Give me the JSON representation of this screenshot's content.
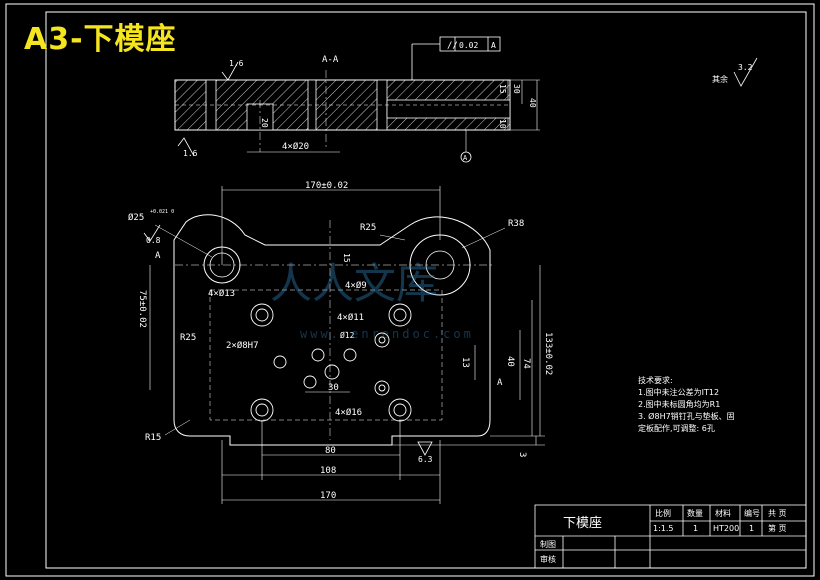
{
  "banner": {
    "title": "A3-下模座"
  },
  "section_view": {
    "label": "A-A",
    "tolerance_symbol": "//",
    "tolerance_value": "0.02",
    "datum_ref": "A",
    "roughness_top": "1.6",
    "roughness_left": "1.6",
    "dim_holes": "4×Ø20",
    "dim_20": "20",
    "dim_15": "15",
    "dim_30": "30",
    "dim_40": "40",
    "dim_10": "10",
    "datum_A": "A"
  },
  "surface_finish": {
    "label": "其余",
    "value": "3.2"
  },
  "plan_view": {
    "dim_top": "170±0.02",
    "dim_hole_dia": "Ø25",
    "dim_hole_tol": "+0.021\n0",
    "roughness_hole": "0.8",
    "r25_top": "R25",
    "r38": "R38",
    "dim_15": "15",
    "hole_4x13": "4×Ø13",
    "hole_4x9": "4×Ø9",
    "hole_4x11": "4×Ø11",
    "hole_d12": "Ø12",
    "hole_2x8h7": "2×Ø8H7",
    "hole_4x16": "4×Ø16",
    "dim_75": "75±0.02",
    "dim_133": "133±0.02",
    "dim_74": "74",
    "dim_40": "40",
    "dim_13": "13",
    "dim_30": "30",
    "dim_80": "80",
    "dim_108": "108",
    "dim_170": "170",
    "dim_3": "3",
    "r25_left": "R25",
    "r15": "R15",
    "roughness_bottom": "6.3",
    "section_mark": "A"
  },
  "watermark": {
    "text_main": "人人文库",
    "text_url": "www.renrendoc.com"
  },
  "tech_notes": {
    "heading": "技术要求:",
    "items": [
      "1.图中未注公差为IT12",
      "2.图中未标圆角均为R1",
      "3. Ø8H7销钉孔与垫板、固",
      "   定板配作,可调整: 6孔"
    ]
  },
  "title_block": {
    "part_name": "下模座",
    "h_scale": "比例",
    "h_qty": "数量",
    "h_material": "材料",
    "h_no": "编号",
    "h_sheet": "共 页",
    "v_scale": "1:1.5",
    "v_qty": "1",
    "v_material": "HT200",
    "v_no": "1",
    "v_sheet": "第 页",
    "drawn_by": "制图",
    "checked_by": "审核"
  }
}
